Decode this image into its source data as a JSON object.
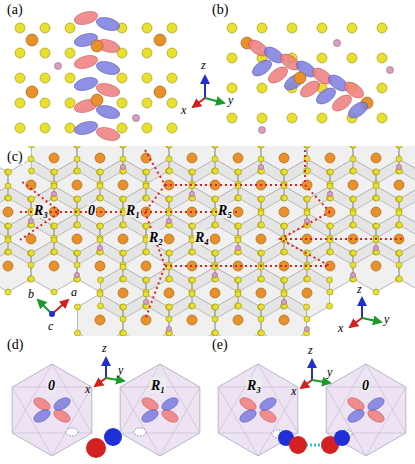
{
  "diagram": {
    "labels": [
      "(a)",
      "(b)",
      "z",
      "x",
      "y",
      "(c)",
      "R₃",
      "0",
      "R₁",
      "R₂",
      "R₄",
      "R₅",
      "b",
      "a",
      "c",
      "z",
      "x",
      "y",
      "(d)",
      "z",
      "x",
      "y",
      "0",
      "R₁",
      "(e)",
      "z",
      "x",
      "y",
      "R₃",
      "0"
    ]
  }
}
